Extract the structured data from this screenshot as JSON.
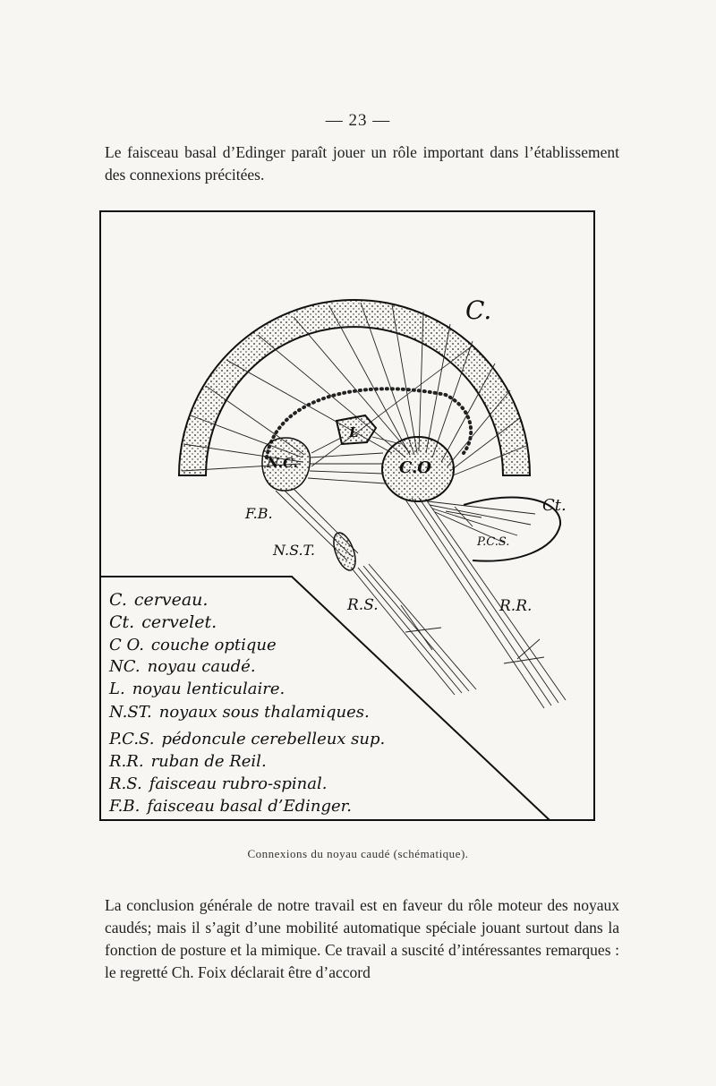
{
  "page": {
    "number": "— 23 —",
    "para_top": "Le faisceau basal d’Edinger paraît jouer un rôle important dans l’établissement des connexions précitées.",
    "caption": "Connexions du noyau caudé (schématique).",
    "para_bottom": "La conclusion générale de notre travail est en faveur du rôle moteur des noyaux caudés; mais il s’agit d’une mobilité automatique spéciale jouant surtout dans la fonction de posture et la mimique. Ce travail a suscité d’intéressantes remarques : le regretté Ch. Foix déclarait être d’accord"
  },
  "figure": {
    "labels": {
      "c": "C.",
      "ct": "Ct.",
      "nc": "N.C.",
      "co": "C.O",
      "l": "L",
      "fb": "F.B.",
      "nst": "N.S.T.",
      "pcs": "P.C.S.",
      "rs": "R.S.",
      "rr": "R.R."
    },
    "legend": [
      {
        "abbr": "C.",
        "text": "cerveau."
      },
      {
        "abbr": "Ct.",
        "text": "cervelet."
      },
      {
        "abbr": "C O.",
        "text": "couche optique"
      },
      {
        "abbr": "NC.",
        "text": "noyau caudé."
      },
      {
        "abbr": "L.",
        "text": "noyau lenticulaire."
      },
      {
        "abbr": "N.ST.",
        "text": "noyaux sous thalamiques."
      },
      {
        "abbr": "P.C.S.",
        "text": "pédoncule cerebelleux sup."
      },
      {
        "abbr": "R.R.",
        "text": "ruban de Reil."
      },
      {
        "abbr": "R.S.",
        "text": "faisceau rubro-spinal."
      },
      {
        "abbr": "F.B.",
        "text": "faisceau basal d’Edinger."
      }
    ]
  }
}
